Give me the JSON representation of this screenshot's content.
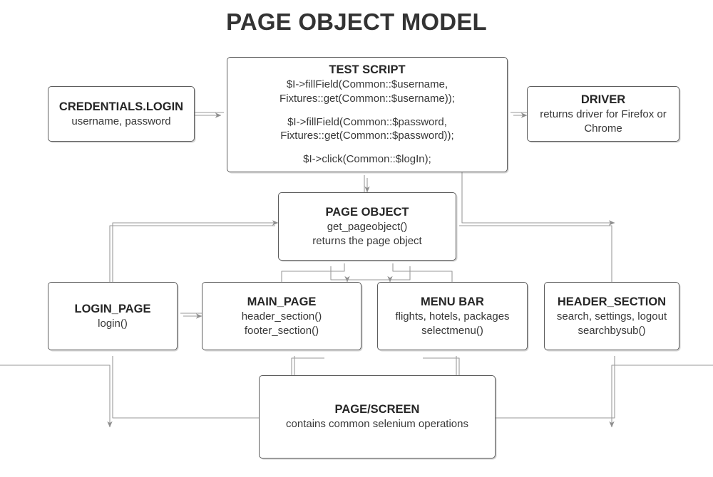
{
  "title": "PAGE OBJECT MODEL",
  "colors": {
    "background": "#ffffff",
    "box_border": "#5d5d5d",
    "title_text": "#333333",
    "body_text": "#383838",
    "connector": "#9a9a9a"
  },
  "nodes": {
    "test_script": {
      "title": "TEST SCRIPT",
      "line1": "$I->fillField(Common::$username,\nFixtures::get(Common::$username));",
      "line2": "$I->fillField(Common::$password,\nFixtures::get(Common::$password));",
      "line3": "$I->click(Common::$logIn);"
    },
    "credentials_login": {
      "title": "CREDENTIALS.LOGIN",
      "line1": "username, password"
    },
    "driver": {
      "title": "DRIVER",
      "line1": "returns driver for Firefox or\nChrome"
    },
    "page_object": {
      "title": "PAGE OBJECT",
      "line1": "get_pageobject()\nreturns the page object"
    },
    "login_page": {
      "title": "LOGIN_PAGE",
      "line1": "login()"
    },
    "main_page": {
      "title": "MAIN_PAGE",
      "line1": "header_section()\nfooter_section()"
    },
    "menu_bar": {
      "title": "MENU BAR",
      "line1": "flights, hotels, packages\nselectmenu()"
    },
    "header_section": {
      "title": "HEADER_SECTION",
      "line1": "search, settings, logout\nsearchbysub()"
    },
    "page_screen": {
      "title": "PAGE/SCREEN",
      "line1": "contains common selenium operations"
    }
  },
  "connectors": [
    {
      "from": "credentials_login",
      "to": "test_script",
      "direction": "right"
    },
    {
      "from": "driver",
      "to": "test_script",
      "direction": "left"
    },
    {
      "from": "page_object",
      "to": "test_script",
      "direction": "up"
    },
    {
      "from": "main_page",
      "to": "page_object",
      "direction": "up"
    },
    {
      "from": "menu_bar",
      "to": "page_object",
      "direction": "up"
    },
    {
      "from": "login_page",
      "to": "page_object",
      "direction": "elbow-right"
    },
    {
      "from": "header_section",
      "to": "page_object",
      "direction": "elbow-left"
    },
    {
      "from": "main_page",
      "to": "login_page",
      "direction": "left"
    },
    {
      "from": "page_screen",
      "to": "login_page",
      "direction": "elbow-up"
    },
    {
      "from": "page_screen",
      "to": "main_page",
      "direction": "elbow-up"
    },
    {
      "from": "page_screen",
      "to": "menu_bar",
      "direction": "elbow-up"
    },
    {
      "from": "page_screen",
      "to": "header_section",
      "direction": "elbow-up"
    }
  ]
}
